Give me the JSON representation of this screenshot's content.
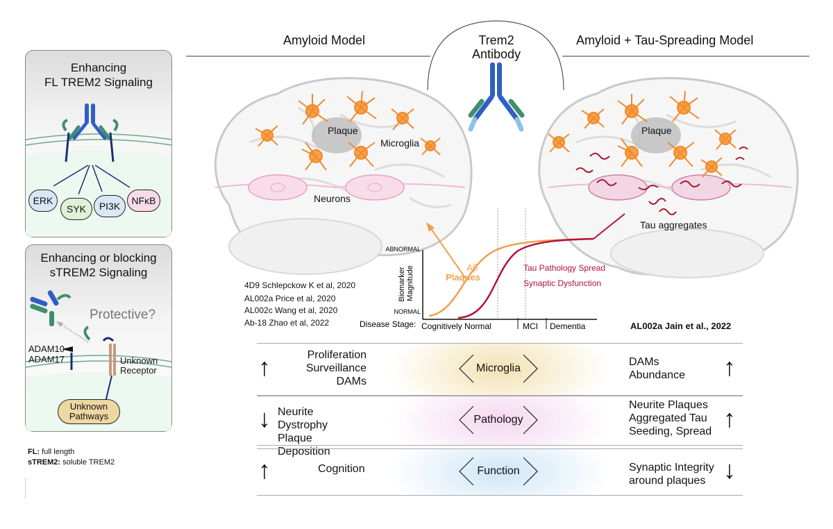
{
  "left_panel": {
    "fl_title": "Enhancing\nFL TREM2 Signaling",
    "pathways": [
      "ERK",
      "SYK",
      "PI3K",
      "NFκB"
    ],
    "s_title": "Enhancing or blocking\nsTREM2 Signaling",
    "protective": "Protective?",
    "adam": "ADAM10\nADAM17",
    "unknown_receptor": "Unknown\nReceptor",
    "unknown_pathways": "Unknown\nPathways",
    "legend_fl_key": "FL:",
    "legend_fl_value": " full length",
    "legend_s_key": "sTREM2:",
    "legend_s_value": " soluble TREM2"
  },
  "header": {
    "amyloid_model": "Amyloid Model",
    "antibody": "Trem2\nAntibody",
    "tau_model": "Amyloid + Tau-Spreading Model"
  },
  "brain_labels": {
    "plaque_left": "Plaque",
    "microglia": "Microglia",
    "neurons": "Neurons",
    "plaque_right": "Plaque",
    "tau_aggregates": "Tau aggregates"
  },
  "references_left": [
    "4D9 Schlepckow K   et al, 2020",
    "AL002a Price et al, 2020",
    "AL002c Wang et al, 2020",
    "Ab-18  Zhao et al, 2022"
  ],
  "reference_right": "AL002a Jain et al., 2022",
  "chart_data": {
    "type": "line",
    "ylabel": "Biomarker\nMagnitude",
    "y_tick_top": "ABNORMAL",
    "y_tick_bottom": "NORMAL",
    "x_axis_title": "Disease Stage:",
    "stages": [
      "Cognitively Normal",
      "MCI",
      "Dementia"
    ],
    "series": [
      {
        "name": "Aβ\nPlaques",
        "color": "#f0a04b"
      },
      {
        "name": "Tau Pathology Spread\nSynaptic Dysfunction",
        "color": "#b3123a"
      }
    ]
  },
  "rows": [
    {
      "center": "Microglia",
      "left": "Proliferation\nSurveillance\nDAMs",
      "right": "DAMs\nAbundance",
      "left_arrow": "↑",
      "right_arrow": "↑",
      "tint": "#f3e2b4"
    },
    {
      "center": "Pathology",
      "left": "Neurite Dystrophy\nPlaque Deposition",
      "right": "Neurite Plaques\nAggregated Tau\nSeeding, Spread",
      "left_arrow": "↓",
      "right_arrow": "↑",
      "tint": "#f4d8f0"
    },
    {
      "center": "Function",
      "left": "Cognition",
      "right": "Synaptic Integrity\naround plaques",
      "left_arrow": "↑",
      "right_arrow": "↓",
      "tint": "#cfe6f7"
    }
  ],
  "colors": {
    "microglia": "#f08a2a",
    "neuron": "#f2b8d2",
    "tau": "#a8182f",
    "antibody_blue": "#2f5fc4",
    "antibody_green": "#3f8f6a",
    "pill_blue": "#d8e8f6",
    "pill_green": "#dff1d8",
    "pill_pink": "#f6dbe9"
  }
}
